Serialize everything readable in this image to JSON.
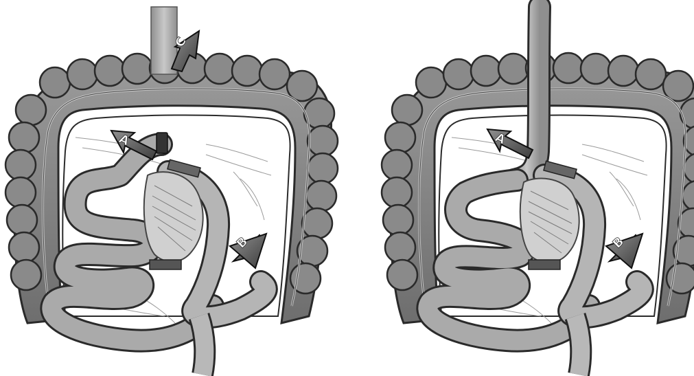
{
  "panels": [
    {
      "id": "left",
      "labels": {
        "arrow_a": "A",
        "arrow_b": "B",
        "arrow_c": "C"
      }
    },
    {
      "id": "right",
      "labels": {
        "arrow_a": "A",
        "arrow_b": "B"
      }
    }
  ],
  "colors": {
    "colon_fill": "#8c8c8c",
    "colon_stroke": "#2a2a2a",
    "bowel_fill": "#a9a9a9",
    "tube_fill": "#b5b5b5",
    "arrow_fill": "#5a5a5a",
    "background": "#ffffff"
  }
}
